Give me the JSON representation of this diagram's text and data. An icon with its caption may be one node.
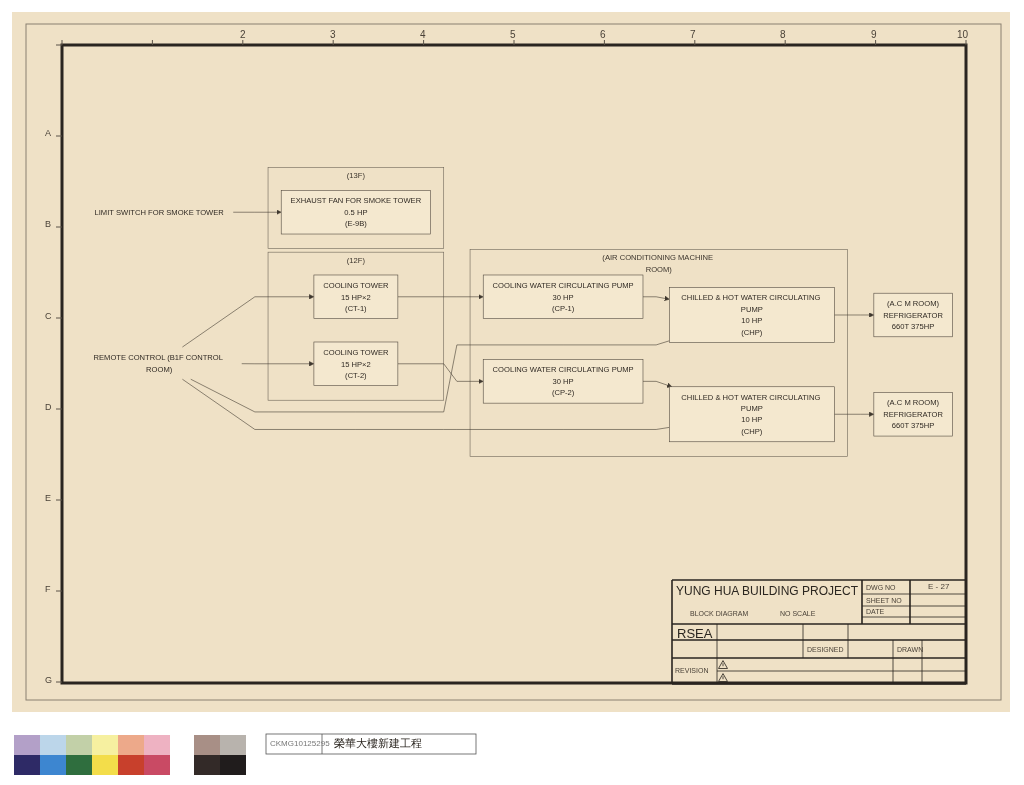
{
  "diagram": {
    "title": "YUNG HUA BUILDING PROJECT",
    "nodes": [
      {
        "text": [
          "(12F)"
        ]
      },
      {
        "text": [
          "COOLING TOWER",
          "15 HP×2",
          "(CT-1)"
        ],
        "in": 0
      },
      {
        "text": [
          "COOLING TOWER",
          "15 HP×2",
          "(CT-2)"
        ],
        "in": 0
      },
      {
        "text": [
          "(AIR CONDITIONING MACHINE ROOM)"
        ]
      },
      {
        "text": [
          "COOLING WATER CIRCULATING PUMP",
          "30 HP",
          "(CP-1)"
        ],
        "in": 3
      },
      {
        "text": [
          "CHILLED & HOT WATER CIRCULATING PUMP",
          "10 HP",
          "(CHP)"
        ],
        "in": 3
      },
      {
        "text": [
          "COOLING WATER CIRCULATING PUMP",
          "30 HP",
          "(CP-2)"
        ],
        "in": 3
      },
      {
        "text": [
          "CHILLED & HOT WATER CIRCULATING PUMP",
          "10 HP",
          "(CHP)"
        ],
        "in": 3
      },
      {
        "text": [
          "(A.C M ROOM)",
          "REFRIGERATOR",
          "660T 375HP"
        ]
      },
      {
        "text": [
          "(A.C M ROOM)",
          "REFRIGERATOR",
          "660T 375HP"
        ]
      },
      {
        "text": [
          "REMOTE CONTROL (B1F CONTROL ROOM)"
        ]
      },
      {
        "text": [
          "(13F)"
        ]
      },
      {
        "text": [
          "EXHAUST FAN FOR SMOKE TOWER",
          "0.5 HP",
          "(E-9B)"
        ],
        "in": 11
      },
      {
        "text": [
          "LIMIT SWITCH FOR SMOKE TOWER"
        ]
      }
    ],
    "edges": [
      {
        "from": 10,
        "to": 1,
        "arrow": "to"
      },
      {
        "from": 1,
        "to": 4,
        "arrow": "to"
      },
      {
        "from": 4,
        "to": 5,
        "arrow": "to"
      },
      {
        "from": 10,
        "to": 5,
        "arrow": "none"
      },
      {
        "from": 5,
        "to": 8,
        "arrow": "to"
      },
      {
        "from": 10,
        "to": 2,
        "arrow": "to"
      },
      {
        "from": 2,
        "to": 6,
        "arrow": "to"
      },
      {
        "from": 6,
        "to": 7,
        "arrow": "to"
      },
      {
        "from": 10,
        "to": 7,
        "arrow": "none"
      },
      {
        "from": 7,
        "to": 9,
        "arrow": "to"
      },
      {
        "from": 13,
        "to": 12,
        "arrow": "to"
      }
    ],
    "labels": [
      "2",
      "3",
      "4",
      "5",
      "6",
      "7",
      "8",
      "9",
      "10",
      "A",
      "B",
      "C",
      "D",
      "E",
      "F",
      "G",
      "DWG NO",
      "E - 27",
      "SHEET NO",
      "BLOCK DIAGRAM",
      "NO SCALE",
      "DATE",
      "RSEA",
      "DESIGNED",
      "DRAWN",
      "REVISION",
      "CKMG10125295",
      "榮華大樓新建工程"
    ]
  }
}
